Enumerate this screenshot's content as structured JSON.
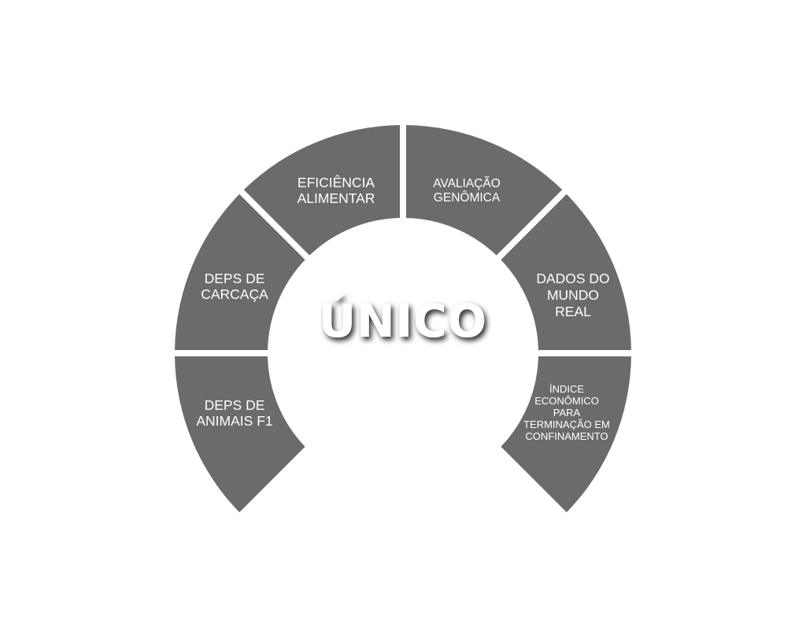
{
  "diagram": {
    "center_title": "ÚNICO",
    "segment_color": "#6b6b6b",
    "label_color": "#ffffff",
    "segments": [
      {
        "id": "deps-animais-f1",
        "lines": [
          "DEPS DE",
          "ANIMAIS F1"
        ]
      },
      {
        "id": "deps-carcaca",
        "lines": [
          "DEPS DE",
          "CARCAÇA"
        ]
      },
      {
        "id": "eficiencia-alimentar",
        "lines": [
          "EFICIÊNCIA",
          "ALIMENTAR"
        ]
      },
      {
        "id": "avaliacao-genomica",
        "lines": [
          "AVALIAÇÃO",
          "GENÔMICA"
        ]
      },
      {
        "id": "dados-mundo-real",
        "lines": [
          "DADOS DO",
          "MUNDO",
          "REAL"
        ]
      },
      {
        "id": "indice-economico",
        "lines": [
          "ÍNDICE",
          "ECONÔMICO",
          "PARA",
          "TERMINAÇÃO EM",
          "CONFINAMENTO"
        ]
      }
    ]
  }
}
